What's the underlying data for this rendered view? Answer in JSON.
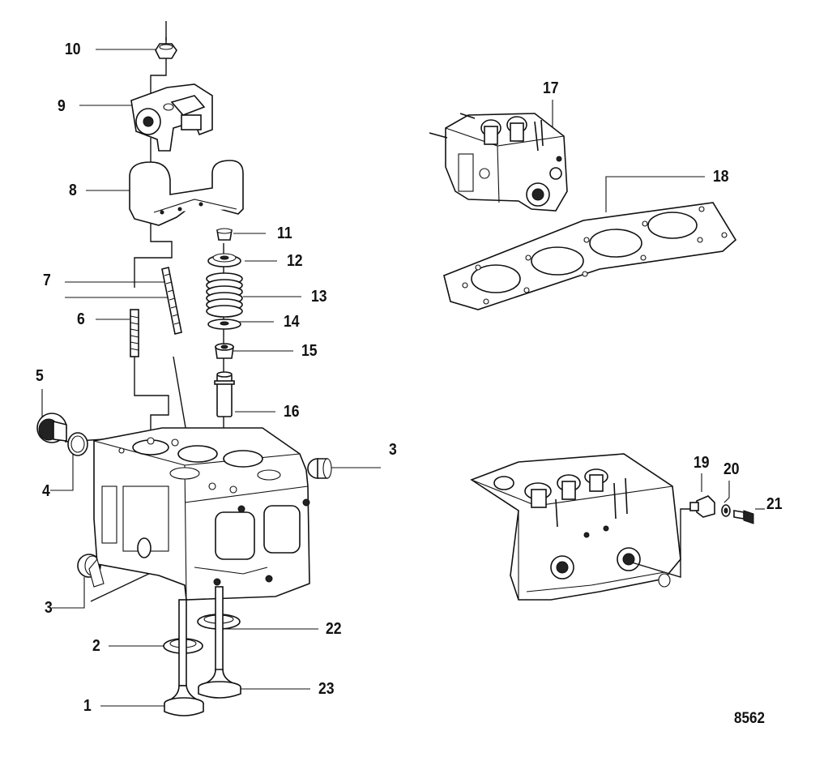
{
  "figure_number": "8562",
  "callouts": [
    {
      "id": "10",
      "label": "10"
    },
    {
      "id": "9",
      "label": "9"
    },
    {
      "id": "8",
      "label": "8"
    },
    {
      "id": "7",
      "label": "7"
    },
    {
      "id": "6",
      "label": "6"
    },
    {
      "id": "5",
      "label": "5"
    },
    {
      "id": "4",
      "label": "4"
    },
    {
      "id": "3a",
      "label": "3"
    },
    {
      "id": "3b",
      "label": "3"
    },
    {
      "id": "2",
      "label": "2"
    },
    {
      "id": "1",
      "label": "1"
    },
    {
      "id": "11",
      "label": "11"
    },
    {
      "id": "12",
      "label": "12"
    },
    {
      "id": "13",
      "label": "13"
    },
    {
      "id": "14",
      "label": "14"
    },
    {
      "id": "15",
      "label": "15"
    },
    {
      "id": "16",
      "label": "16"
    },
    {
      "id": "17",
      "label": "17"
    },
    {
      "id": "18",
      "label": "18"
    },
    {
      "id": "19",
      "label": "19"
    },
    {
      "id": "20",
      "label": "20"
    },
    {
      "id": "21",
      "label": "21"
    },
    {
      "id": "22",
      "label": "22"
    },
    {
      "id": "23",
      "label": "23"
    }
  ]
}
